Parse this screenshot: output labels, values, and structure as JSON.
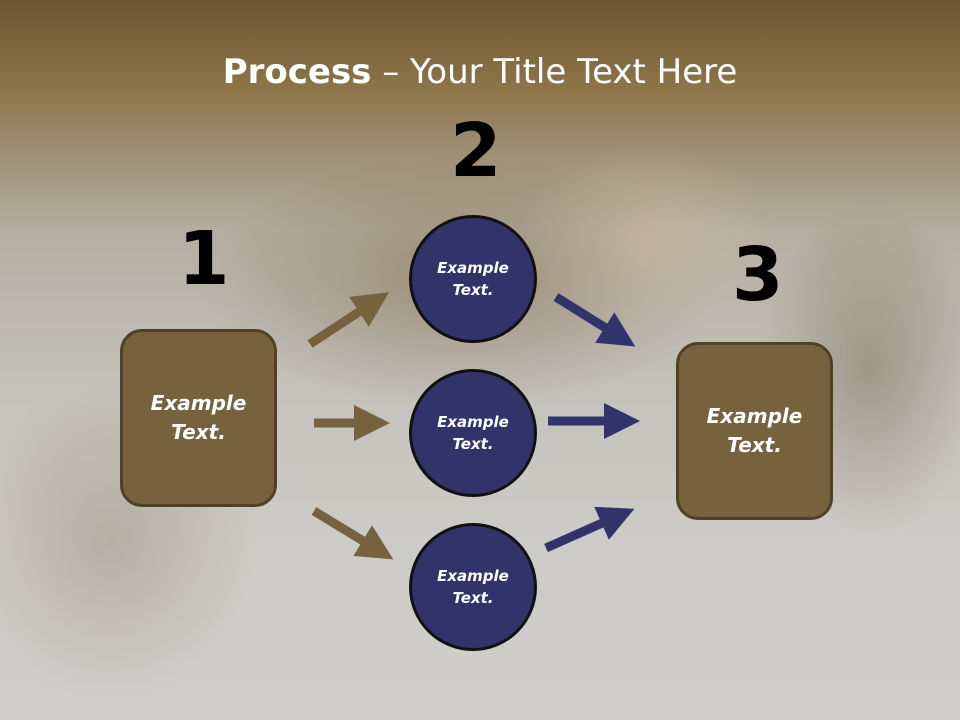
{
  "title": {
    "bold": "Process",
    "rest": " – Your Title Text Here"
  },
  "steps": {
    "one": {
      "number": "1",
      "text": "Example\nText."
    },
    "two": {
      "number": "2",
      "items": [
        "Example\nText.",
        "Example\nText.",
        "Example\nText."
      ]
    },
    "three": {
      "number": "3",
      "text": "Example\nText."
    }
  },
  "colors": {
    "brown_box": "#76633e",
    "navy_circle": "#32336a",
    "arrow_brown": "#76633e",
    "arrow_navy": "#32336a"
  }
}
